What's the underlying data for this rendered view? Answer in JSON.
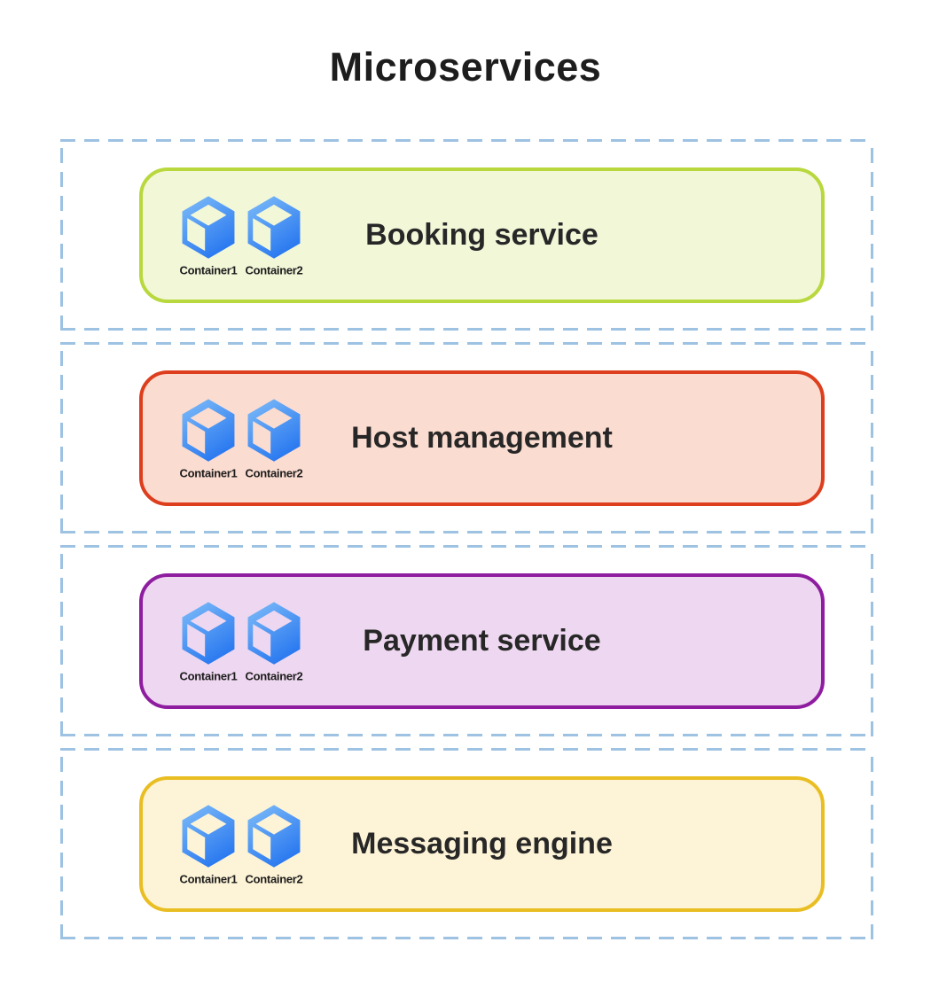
{
  "title": "Microservices",
  "boundary": {
    "dash_color": "#9dc2e2"
  },
  "cube": {
    "gradient_top": "#7fbdf8",
    "gradient_bottom": "#2a79f0"
  },
  "services": [
    {
      "name": "Booking service",
      "containers": [
        "Container1",
        "Container2"
      ],
      "colors": {
        "bg": "#f2f7d8",
        "border": "#b8d83e"
      }
    },
    {
      "name": "Host management",
      "containers": [
        "Container1",
        "Container2"
      ],
      "colors": {
        "bg": "#fbdcd0",
        "border": "#dd3e1d"
      }
    },
    {
      "name": "Payment service",
      "containers": [
        "Container1",
        "Container2"
      ],
      "colors": {
        "bg": "#eed7f0",
        "border": "#8e1d9f"
      }
    },
    {
      "name": "Messaging engine",
      "containers": [
        "Container1",
        "Container2"
      ],
      "colors": {
        "bg": "#fdf3d6",
        "border": "#e9be23"
      }
    }
  ]
}
